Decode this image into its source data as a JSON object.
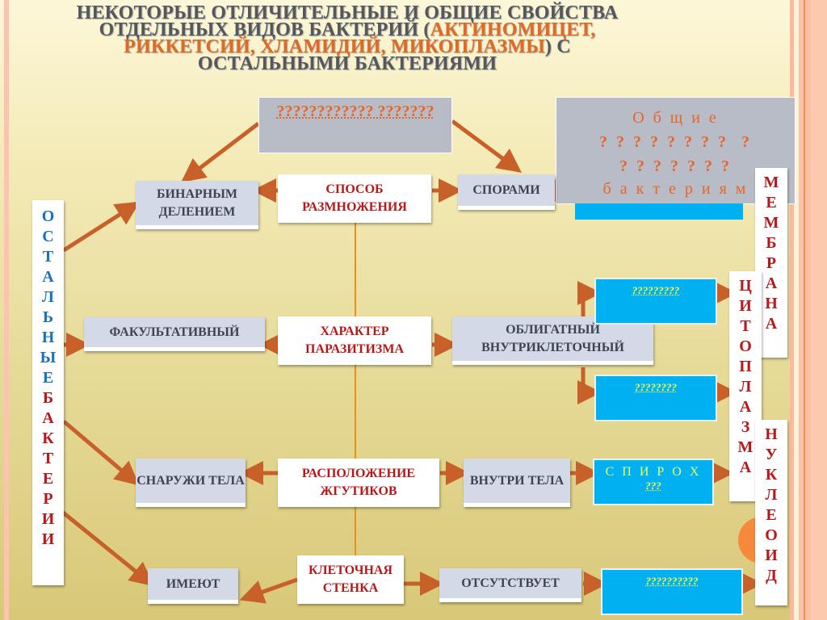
{
  "title": {
    "part1": "НЕКОТОРЫЕ ОТЛИЧИТЕЛЬНЫЕ И ОБЩИЕ СВОЙСТВА ОТДЕЛЬНЫХ ВИДОВ БАКТЕРИЙ (",
    "highlight": "АКТИНОМИЦЕТ, РИККЕТСИЙ, ХЛАМИДИЙ, МИКОПЛАЗМЫ",
    "part2": ") С ОСТАЛЬНЫМИ БАКТЕРИЯМИ"
  },
  "top_box": {
    "text": "???????????? ???????"
  },
  "common_box": {
    "line1": "О б щ и е",
    "line2": "? ? ? ? ? ? ? ?  ?",
    "line3": "? ? ? ? ? ? ?",
    "line4": "б а к т е р и я м"
  },
  "left_column": {
    "blue_letters": [
      "О",
      "С",
      "Т",
      "А",
      "Л",
      "Ь",
      "Н",
      "Ы",
      "Е"
    ],
    "red_letters": [
      "Б",
      "А",
      "К",
      "Т",
      "Е",
      "Р",
      "И",
      "И"
    ]
  },
  "rows": {
    "reproduction": {
      "left": "БИНАРНЫМ ДЕЛЕНИЕМ",
      "center": "СПОСОБ РАЗМНОЖЕНИЯ",
      "right": "СПОРАМИ"
    },
    "parasitism": {
      "left": "ФАКУЛЬТАТИВНЫЙ",
      "center": "ХАРАКТЕР ПАРАЗИТИЗМА",
      "right": "ОБЛИГАТНЫЙ ВНУТРИКЛЕТОЧНЫЙ",
      "blue_top": "?????????",
      "blue_bottom": "????????"
    },
    "flagella": {
      "left": "СНАРУЖИ ТЕЛА",
      "center": "РАСПОЛОЖЕНИЕ ЖГУТИКОВ",
      "right": "ВНУТРИ ТЕЛА",
      "blue_line1": "С П И Р О Х",
      "blue_line2": "???"
    },
    "cell_wall": {
      "left": "ИМЕЮТ",
      "center": "КЛЕТОЧНАЯ СТЕНКА",
      "right": "ОТСУТСТВУЕТ",
      "blue": "??????????"
    }
  },
  "right_column": {
    "membrane": [
      "М",
      "Е",
      "М",
      "Б",
      "Р",
      "А",
      "Н",
      "А"
    ],
    "cytoplasm": [
      "Ц",
      "И",
      "Т",
      "О",
      "П",
      "Л",
      "А",
      "З",
      "М",
      "А"
    ],
    "nucleoid": [
      "Н",
      "У",
      "К",
      "Л",
      "Е",
      "О",
      "И",
      "Д"
    ]
  },
  "colors": {
    "arrow": "#c8602a",
    "accent_red": "#b81818",
    "accent_blue": "#00b0f0"
  }
}
